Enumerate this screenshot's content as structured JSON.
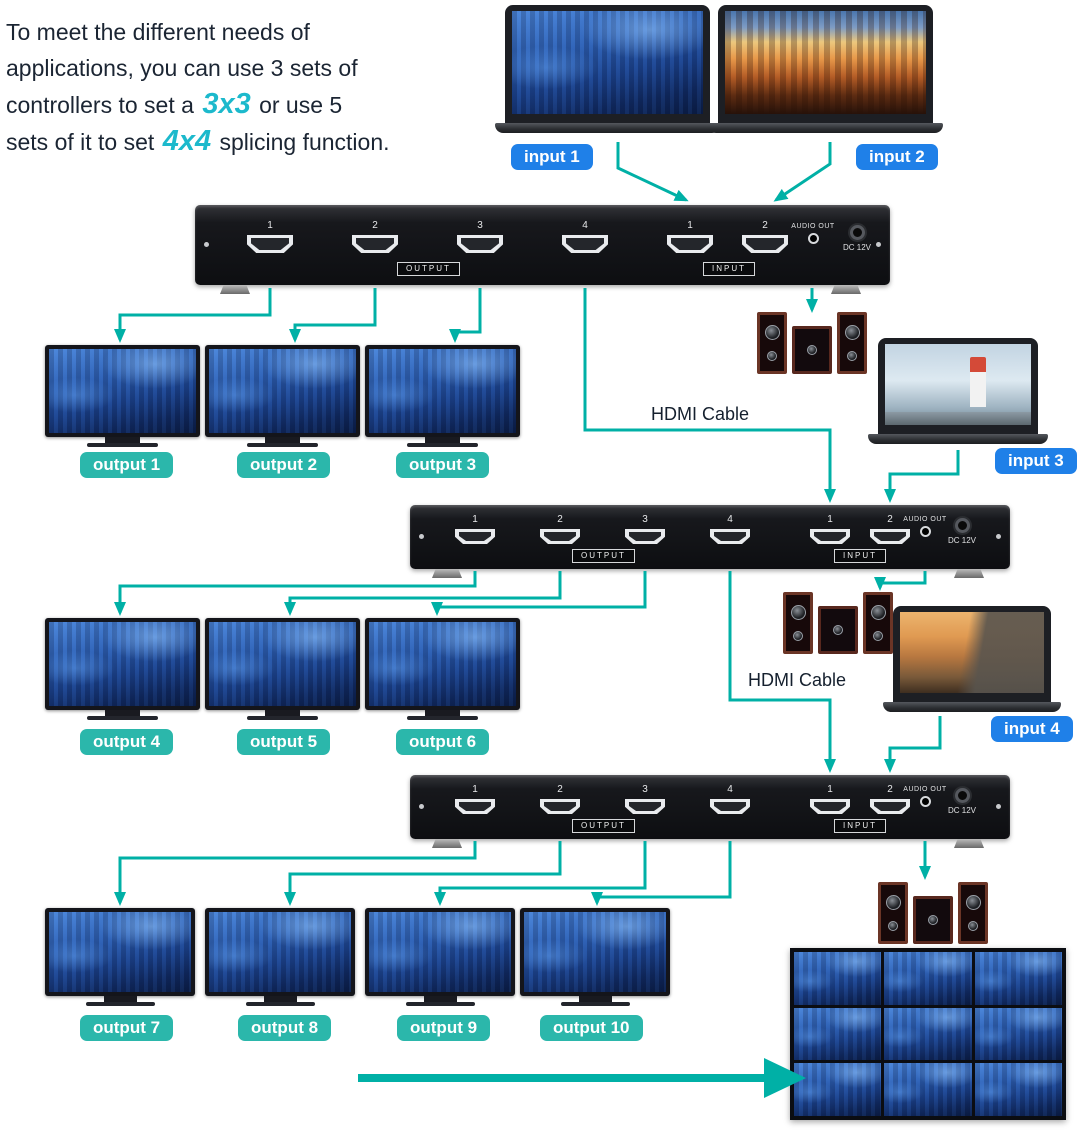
{
  "intro": {
    "line1": "To meet the different needs of",
    "line2": "applications, you can use 3 sets of",
    "line3_pre": "controllers to set a ",
    "line3_highlight": "3x3",
    "line3_post": " or use 5",
    "line4_pre": "sets of it to set ",
    "line4_highlight": "4x4",
    "line4_post": " splicing function."
  },
  "labels": {
    "inputs": [
      "input 1",
      "input 2",
      "input 3",
      "input 4"
    ],
    "outputs": [
      "output 1",
      "output 2",
      "output 3",
      "output 4",
      "output 5",
      "output 6",
      "output 7",
      "output 8",
      "output 9",
      "output 10"
    ],
    "hdmi_cable": "HDMI Cable"
  },
  "device": {
    "output_label": "OUTPUT",
    "input_label": "INPUT",
    "audio_label": "AUDIO OUT",
    "power_label": "DC 12V",
    "output_port_numbers": [
      "1",
      "2",
      "3",
      "4"
    ],
    "input_port_numbers": [
      "1",
      "2"
    ]
  },
  "colors": {
    "arrow_teal": "#00b0a6",
    "badge_blue": "#1f80e8",
    "badge_teal": "#2bb7ab",
    "highlight_cyan": "#1cb9cc",
    "text_dark": "#1b2533"
  }
}
